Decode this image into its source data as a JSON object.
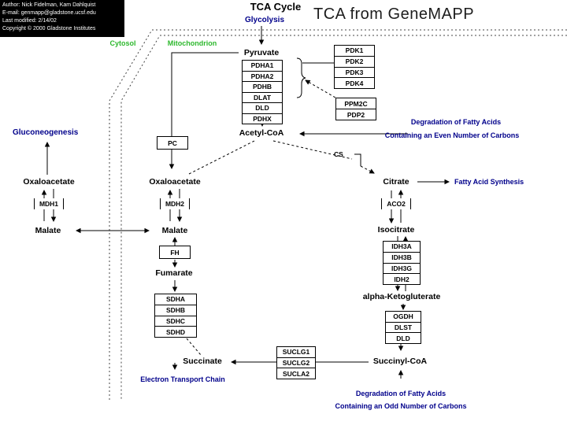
{
  "header": {
    "title": "TCA Cycle",
    "overlay_title": "TCA from GeneMAPP",
    "author_block": {
      "author": "Author: Nick Fidelman, Kam Dahlquist",
      "email": "E-mail: genmapp@gladstone.ucsf.edu",
      "modified": "Last modified: 2/14/02",
      "copyright": "Copyright © 2000 Gladstone Institutes"
    }
  },
  "compartments": {
    "cytosol": "Cytosol",
    "mitochondrion": "Mitochondrion"
  },
  "pathway_links": {
    "glycolysis": "Glycolysis",
    "gluconeogenesis": "Gluconeogenesis",
    "fatty_acid_synthesis": "Fatty Acid Synthesis",
    "electron_transport_chain": "Electron Transport Chain",
    "deg_even_line1": "Degradation of Fatty Acids",
    "deg_even_line2": "Containing an Even Number of Carbons",
    "deg_odd_line1": "Degradation of Fatty Acids",
    "deg_odd_line2": "Containing an Odd Number of Carbons"
  },
  "metabolites": {
    "pyruvate": "Pyruvate",
    "acetyl_coa": "Acetyl-CoA",
    "oxaloacetate_cytosol": "Oxaloacetate",
    "oxaloacetate_mito": "Oxaloacetate",
    "malate_cytosol": "Malate",
    "malate_mito": "Malate",
    "fumarate": "Fumarate",
    "succinate": "Succinate",
    "succinyl_coa": "Succinyl-CoA",
    "alpha_ketogluterate": "alpha-Ketogluterate",
    "citrate": "Citrate",
    "isocitrate": "Isocitrate"
  },
  "genes": {
    "pdh_complex": [
      "PDHA1",
      "PDHA2",
      "PDHB",
      "DLAT",
      "DLD",
      "PDHX"
    ],
    "pdk": [
      "PDK1",
      "PDK2",
      "PDK3",
      "PDK4"
    ],
    "pdp": [
      "PPM2C",
      "PDP2"
    ],
    "pc": "PC",
    "cs": "CS",
    "mdh1": "MDH1",
    "mdh2": "MDH2",
    "fh": "FH",
    "sdh": [
      "SDHA",
      "SDHB",
      "SDHC",
      "SDHD"
    ],
    "sucl": [
      "SUCLG1",
      "SUCLG2",
      "SUCLA2"
    ],
    "idh": [
      "IDH3A",
      "IDH3B",
      "IDH3G",
      "IDH2"
    ],
    "ogdh_complex": [
      "OGDH",
      "DLST",
      "DLD"
    ],
    "aco2": "ACO2"
  },
  "colors": {
    "pathway_link": "#00008b",
    "compartment_label": "#2db82d",
    "line": "#000000",
    "author_bg": "#000000"
  }
}
